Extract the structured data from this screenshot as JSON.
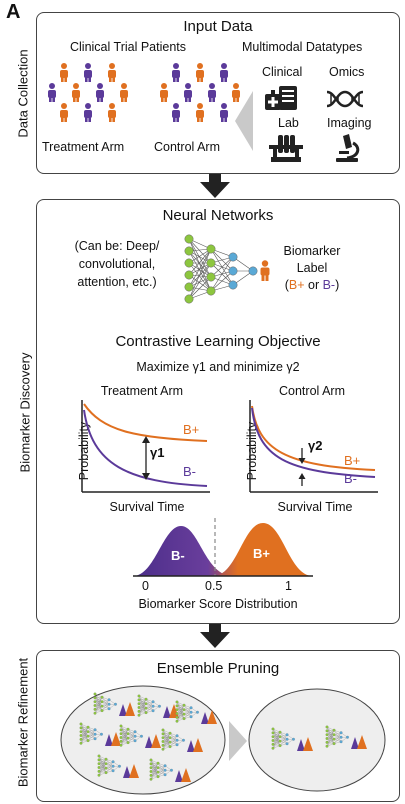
{
  "figure_label": "A",
  "side_labels": {
    "collection": "Data Collection",
    "discovery": "Biomarker Discovery",
    "refinement": "Biomarker Refinement"
  },
  "input": {
    "title": "Input Data",
    "patients_title": "Clinical Trial Patients",
    "treatment_arm": "Treatment Arm",
    "control_arm": "Control Arm",
    "datatypes_title": "Multimodal Datatypes",
    "types": [
      "Clinical",
      "Omics",
      "Lab",
      "Imaging"
    ]
  },
  "nn": {
    "title": "Neural Networks",
    "desc": [
      "(Can be: Deep/",
      "convolutional,",
      "attention, etc.)"
    ],
    "label_lines": [
      "Biomarker",
      "Label"
    ],
    "bplus": "B+",
    "or": " or ",
    "bminus": "B-",
    "open": "(",
    "close": ")"
  },
  "contrastive": {
    "title": "Contrastive Learning Objective",
    "subtitle": "Maximize γ1 and minimize γ2",
    "left_title": "Treatment Arm",
    "right_title": "Control Arm",
    "ylabel": "Probability",
    "xlabel": "Survival Time",
    "bplus": "B+",
    "bminus": "B-",
    "gamma1": "γ1",
    "gamma2": "γ2"
  },
  "distribution": {
    "ticks": [
      "0",
      "0.5",
      "1"
    ],
    "xlabel": "Biomarker Score Distribution",
    "bminus": "B-",
    "bplus": "B+"
  },
  "pruning": {
    "title": "Ensemble Pruning"
  },
  "colors": {
    "orange": "#E07020",
    "purple": "#5B3A9A",
    "dark": "#222222",
    "node_green": "#8DC63F",
    "node_blue": "#5AA9D6"
  }
}
